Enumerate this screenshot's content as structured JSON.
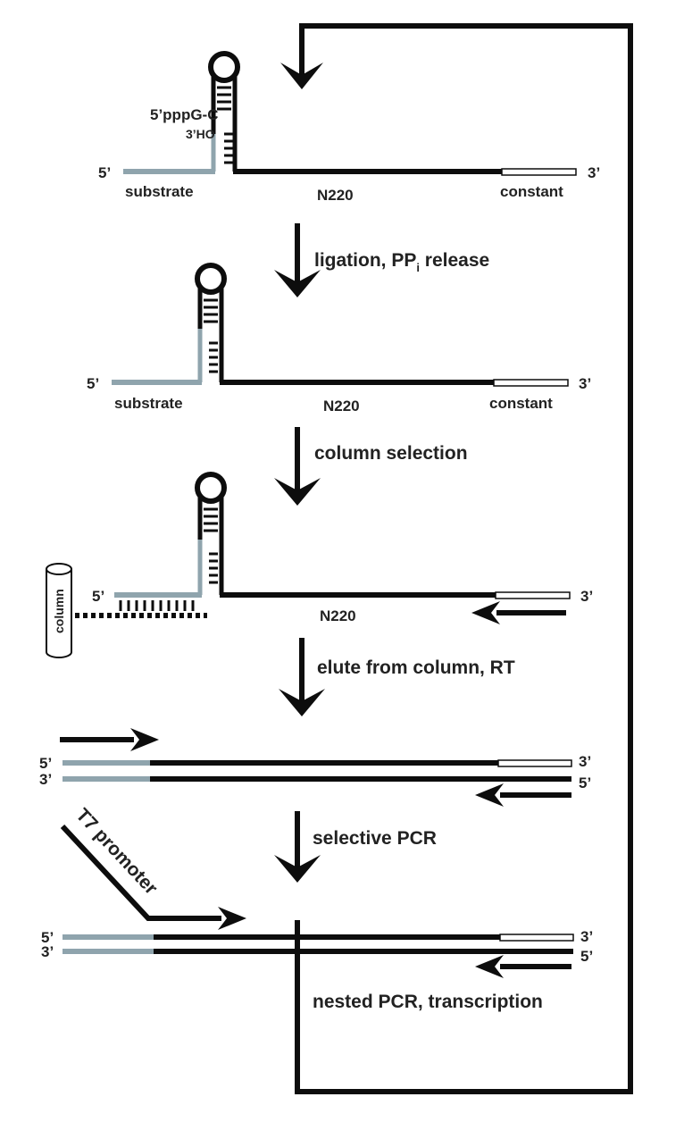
{
  "colors": {
    "ink": "#0d0d0d",
    "substrate": "#8fa4ad",
    "constant": "#ffffff"
  },
  "step1": {
    "top_label": "5’pppG-C",
    "sub_label": "3’HO",
    "five": "5’",
    "three": "3’",
    "substrate": "substrate",
    "n220": "N220",
    "constant": "constant"
  },
  "arrow1_label": "ligation, PP",
  "arrow1_sub": "i",
  "arrow1_tail": " release",
  "step2": {
    "five": "5’",
    "three": "3’",
    "substrate": "substrate",
    "n220": "N220",
    "constant": "constant"
  },
  "arrow2_label": "column selection",
  "step3": {
    "five": "5’",
    "three": "3’",
    "n220": "N220",
    "column": "column"
  },
  "arrow3_label": "elute from column, RT",
  "step4": {
    "top5": "5’",
    "top3": "3’",
    "bot3": "3’",
    "bot5": "5’"
  },
  "arrow4_label": "selective PCR",
  "step5": {
    "top5": "5’",
    "top3": "3’",
    "bot3": "3’",
    "bot5": "5’",
    "t7": "T7 promoter"
  },
  "loop_label": "nested PCR, transcription"
}
